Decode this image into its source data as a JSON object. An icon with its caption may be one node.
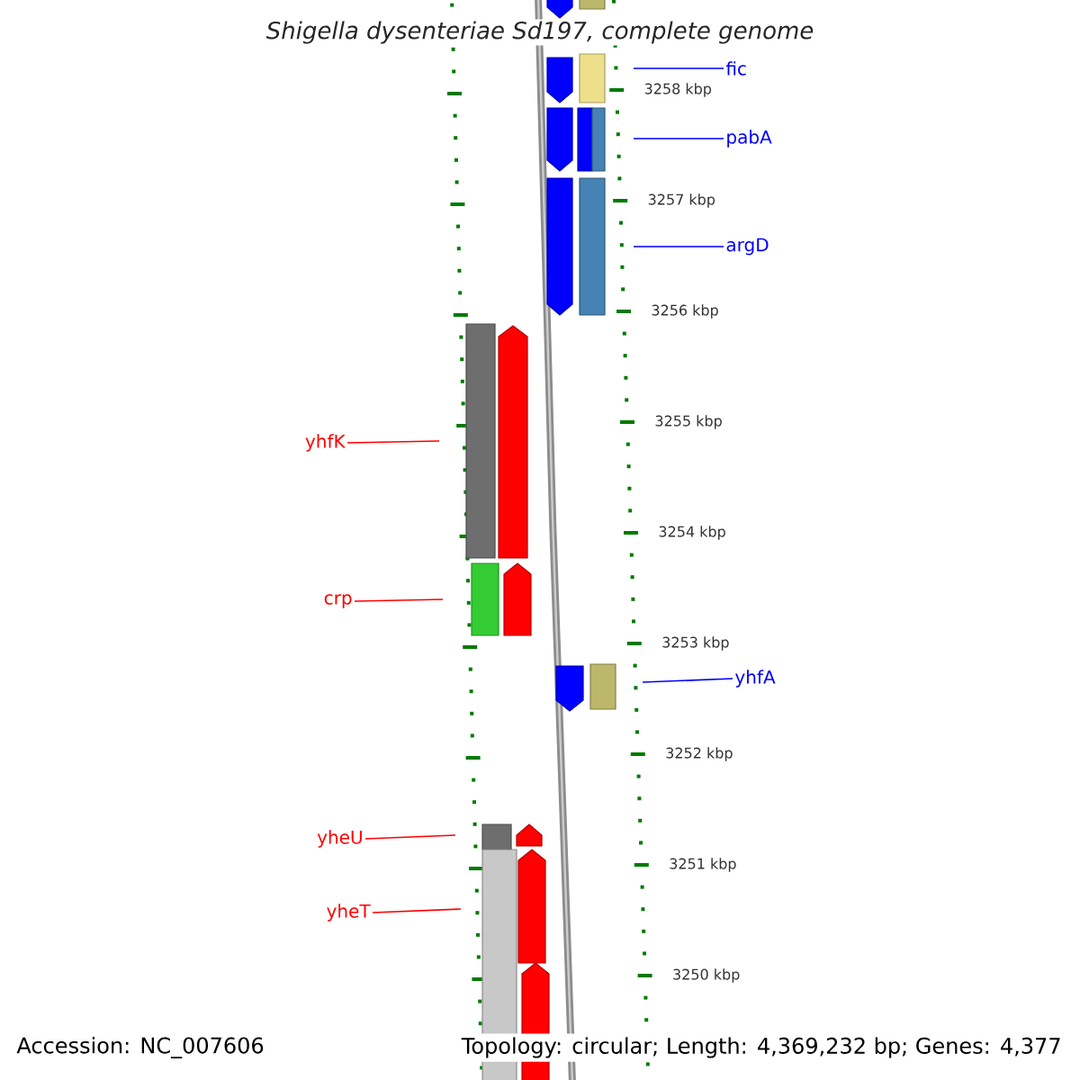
{
  "diagram": {
    "title": "Shigella dysenteriae Sd197, complete genome",
    "nodes": [
      {
        "text": [
          "fic"
        ]
      },
      {
        "text": [
          "pabA"
        ]
      },
      {
        "text": [
          "argD"
        ]
      },
      {
        "text": [
          "yhfK"
        ]
      },
      {
        "text": [
          "crp"
        ]
      },
      {
        "text": [
          "yhfA"
        ]
      },
      {
        "text": [
          "yheU"
        ]
      },
      {
        "text": [
          "yheT"
        ]
      }
    ],
    "edges": [
      {
        "from": 0,
        "to": null,
        "arrow": "none",
        "color": "#0000ff"
      },
      {
        "from": 1,
        "to": null,
        "arrow": "none",
        "color": "#0000ff"
      },
      {
        "from": 2,
        "to": null,
        "arrow": "none",
        "color": "#0000ff"
      },
      {
        "from": 3,
        "to": null,
        "arrow": "none",
        "color": "#ff0000"
      },
      {
        "from": 4,
        "to": null,
        "arrow": "none",
        "color": "#ff0000"
      },
      {
        "from": 5,
        "to": null,
        "arrow": "none",
        "color": "#0000ff"
      },
      {
        "from": 6,
        "to": null,
        "arrow": "none",
        "color": "#ff0000"
      },
      {
        "from": 7,
        "to": null,
        "arrow": "none",
        "color": "#ff0000"
      }
    ],
    "labels": [
      "3258 kbp",
      "3257 kbp",
      "3256 kbp",
      "3255 kbp",
      "3254 kbp",
      "3253 kbp",
      "3252 kbp",
      "3251 kbp",
      "3250 kbp",
      "Accession: NC_007606",
      "Topology: circular; Length: 4,369,232 bp; Genes: 4,377"
    ]
  }
}
